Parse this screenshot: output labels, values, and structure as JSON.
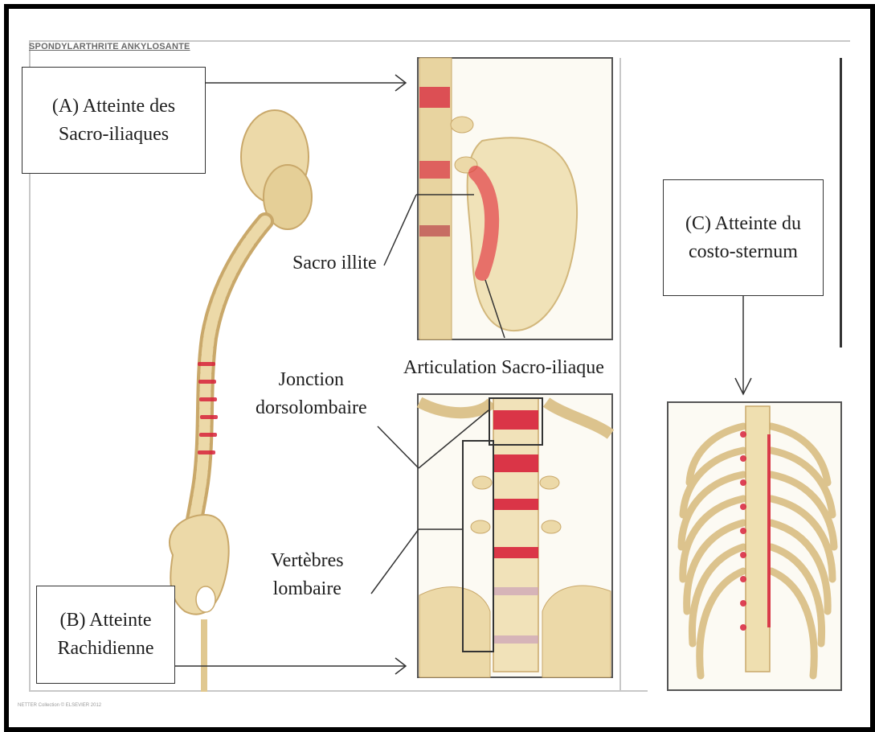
{
  "header": {
    "title": "SPONDYLARTHRITE ANKYLOSANTE"
  },
  "footer": {
    "text": "NETTER Collection © ELSEVIER 2012"
  },
  "labels": {
    "a": "(A) Atteinte des Sacro-iliaques",
    "b": "(B) Atteinte Rachidienne",
    "c": "(C) Atteinte du costo-sternum",
    "sacroillite": "Sacro illite",
    "articulation": "Articulation Sacro-iliaque",
    "jonction_line1": "Jonction",
    "jonction_line2": "dorsolombaire",
    "vertebres_line1": "Vertèbres",
    "vertebres_line2": "lombaire"
  },
  "colors": {
    "bone": "#ecd9a8",
    "bone_shade": "#c9a86a",
    "inflammation": "#d8233b"
  }
}
